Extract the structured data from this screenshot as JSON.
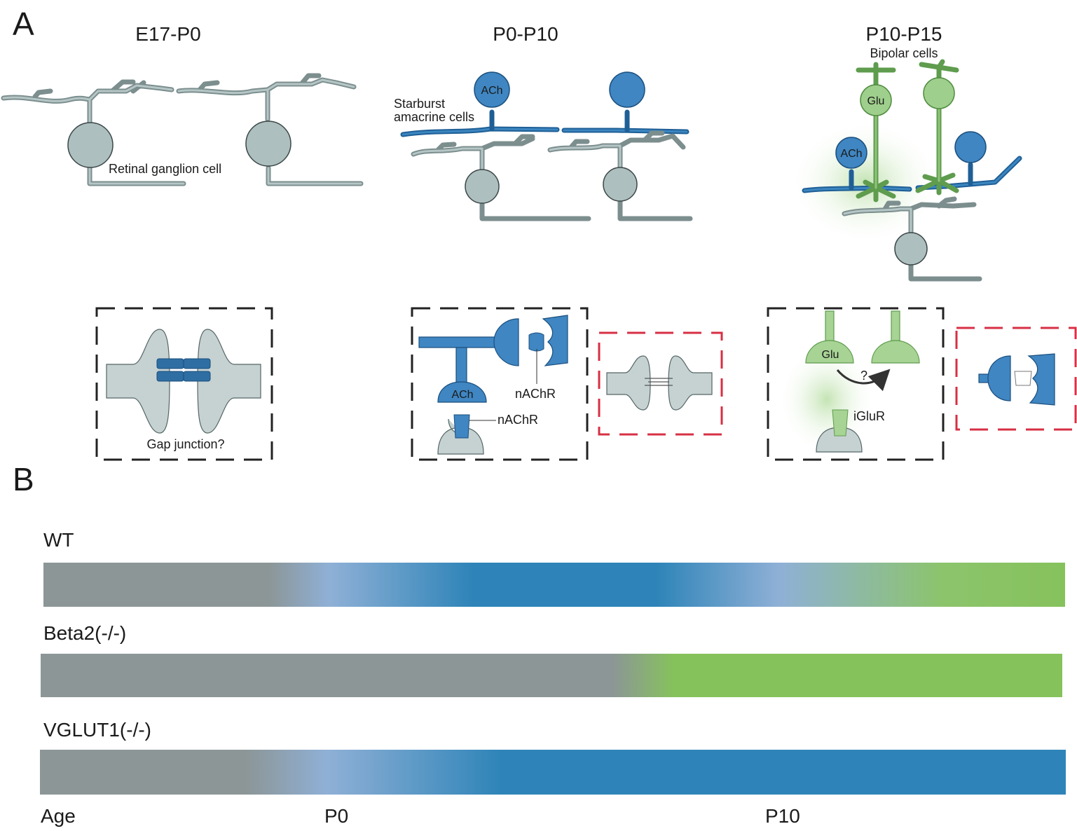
{
  "panel_a": {
    "letter": "A",
    "stages": [
      "E17-P0",
      "P0-P10",
      "P10-P15"
    ],
    "labels": {
      "rgc": "Retinal ganglion cell",
      "sac_line1": "Starburst",
      "sac_line2": "amacrine cells",
      "bipolar": "Bipolar cells",
      "ach": "ACh",
      "glu": "Glu"
    },
    "insets": {
      "gap": "Gap junction?",
      "nachr": "nAChR",
      "ach": "ACh",
      "glu": "Glu",
      "question": "?",
      "iglur": "iGluR"
    }
  },
  "panel_b": {
    "letter": "B",
    "rows": [
      {
        "label": "WT",
        "gradient": [
          [
            "#8c9696",
            0
          ],
          [
            "#8c9696",
            0.22
          ],
          [
            "#8fb0d6",
            0.28
          ],
          [
            "#2e84b8",
            0.42
          ],
          [
            "#2e84b8",
            0.6
          ],
          [
            "#8fb0d6",
            0.72
          ],
          [
            "#8cc46c",
            0.88
          ],
          [
            "#86c25c",
            1
          ]
        ]
      },
      {
        "label": "Beta2(-/-)",
        "gradient": [
          [
            "#8c9696",
            0
          ],
          [
            "#8c9696",
            0.56
          ],
          [
            "#86c25c",
            0.62
          ],
          [
            "#86c25c",
            1
          ]
        ]
      },
      {
        "label": "VGLUT1(-/-)",
        "gradient": [
          [
            "#8c9696",
            0
          ],
          [
            "#8c9696",
            0.2
          ],
          [
            "#8fb0d6",
            0.28
          ],
          [
            "#2e84b8",
            0.45
          ],
          [
            "#2e84b8",
            1
          ]
        ]
      }
    ],
    "axis": {
      "label": "Age",
      "ticks": [
        "P0",
        "P10"
      ]
    }
  },
  "colors": {
    "ganglion_gray": "#8c9696",
    "starburst_blue": "#2e84b8",
    "bipolar_green": "#86c25c",
    "inset_box": "#222222",
    "blocked_box": "#d72f44"
  }
}
